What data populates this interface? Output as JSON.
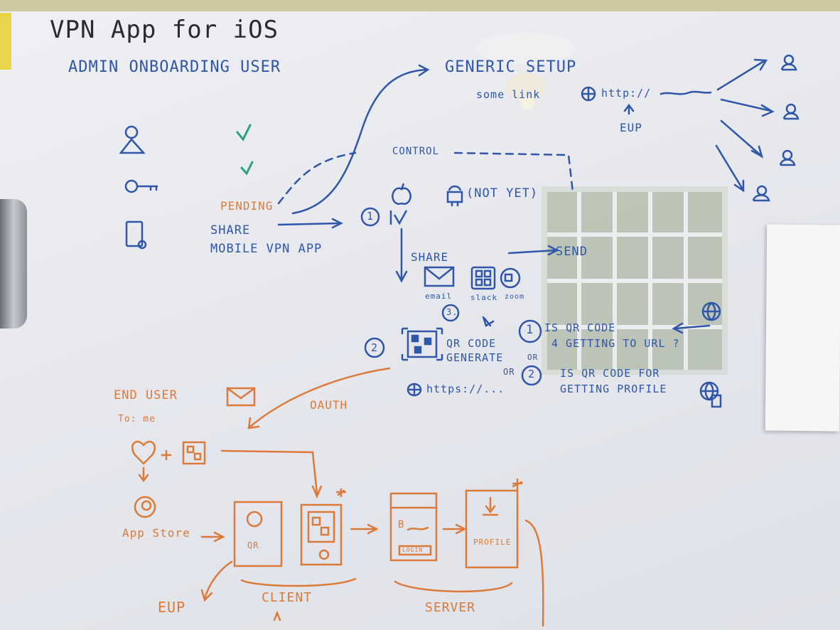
{
  "title": "VPN App for iOS",
  "subtitle": "ADMIN ONBOARDING USER",
  "admin": {
    "pending": "PENDING",
    "share_line1": "SHARE",
    "share_line2": "MOBILE VPN APP",
    "control": "CONTROL",
    "not_yet": "(NOT YET)",
    "step1": "1",
    "step2": "2",
    "step3": "3.",
    "share_label": "SHARE",
    "send": "SEND",
    "share_targets": [
      "email",
      "slack",
      "zoom"
    ],
    "qr_generate_1": "QR CODE",
    "qr_generate_2": "GENERATE",
    "https": "https://...",
    "or1": "OR",
    "or2": "OR",
    "q1_num": "1",
    "q1_line1": "IS QR CODE",
    "q1_line2": "4 GETTING TO URL ?",
    "q2_num": "2",
    "q2_line1": "IS QR CODE FOR",
    "q2_line2": "GETTING PROFILE"
  },
  "generic": {
    "title": "GENERIC SETUP",
    "some_link": "some link",
    "url": "http://",
    "eup": "EUP"
  },
  "end_user": {
    "title": "END USER",
    "to": "To: me",
    "oauth": "OAUTH",
    "app_store": "App Store",
    "qr": "QR",
    "login": "LOGIN",
    "profile": "PROFILE",
    "eup": "EUP",
    "client": "CLIENT",
    "server": "SERVER",
    "b": "B"
  },
  "colors": {
    "blue_marker": "#2f56a8",
    "orange_marker": "#dc7a3a",
    "green_marker": "#2aa07a",
    "black_marker": "#2b2b2b"
  },
  "icons": [
    "user-icon",
    "key-icon",
    "phone-icon",
    "checkmark-icon",
    "apple-icon",
    "android-icon",
    "email-icon",
    "slack-icon",
    "zoom-icon",
    "qr-code-icon",
    "globe-icon",
    "envelope-icon",
    "app-store-icon"
  ]
}
